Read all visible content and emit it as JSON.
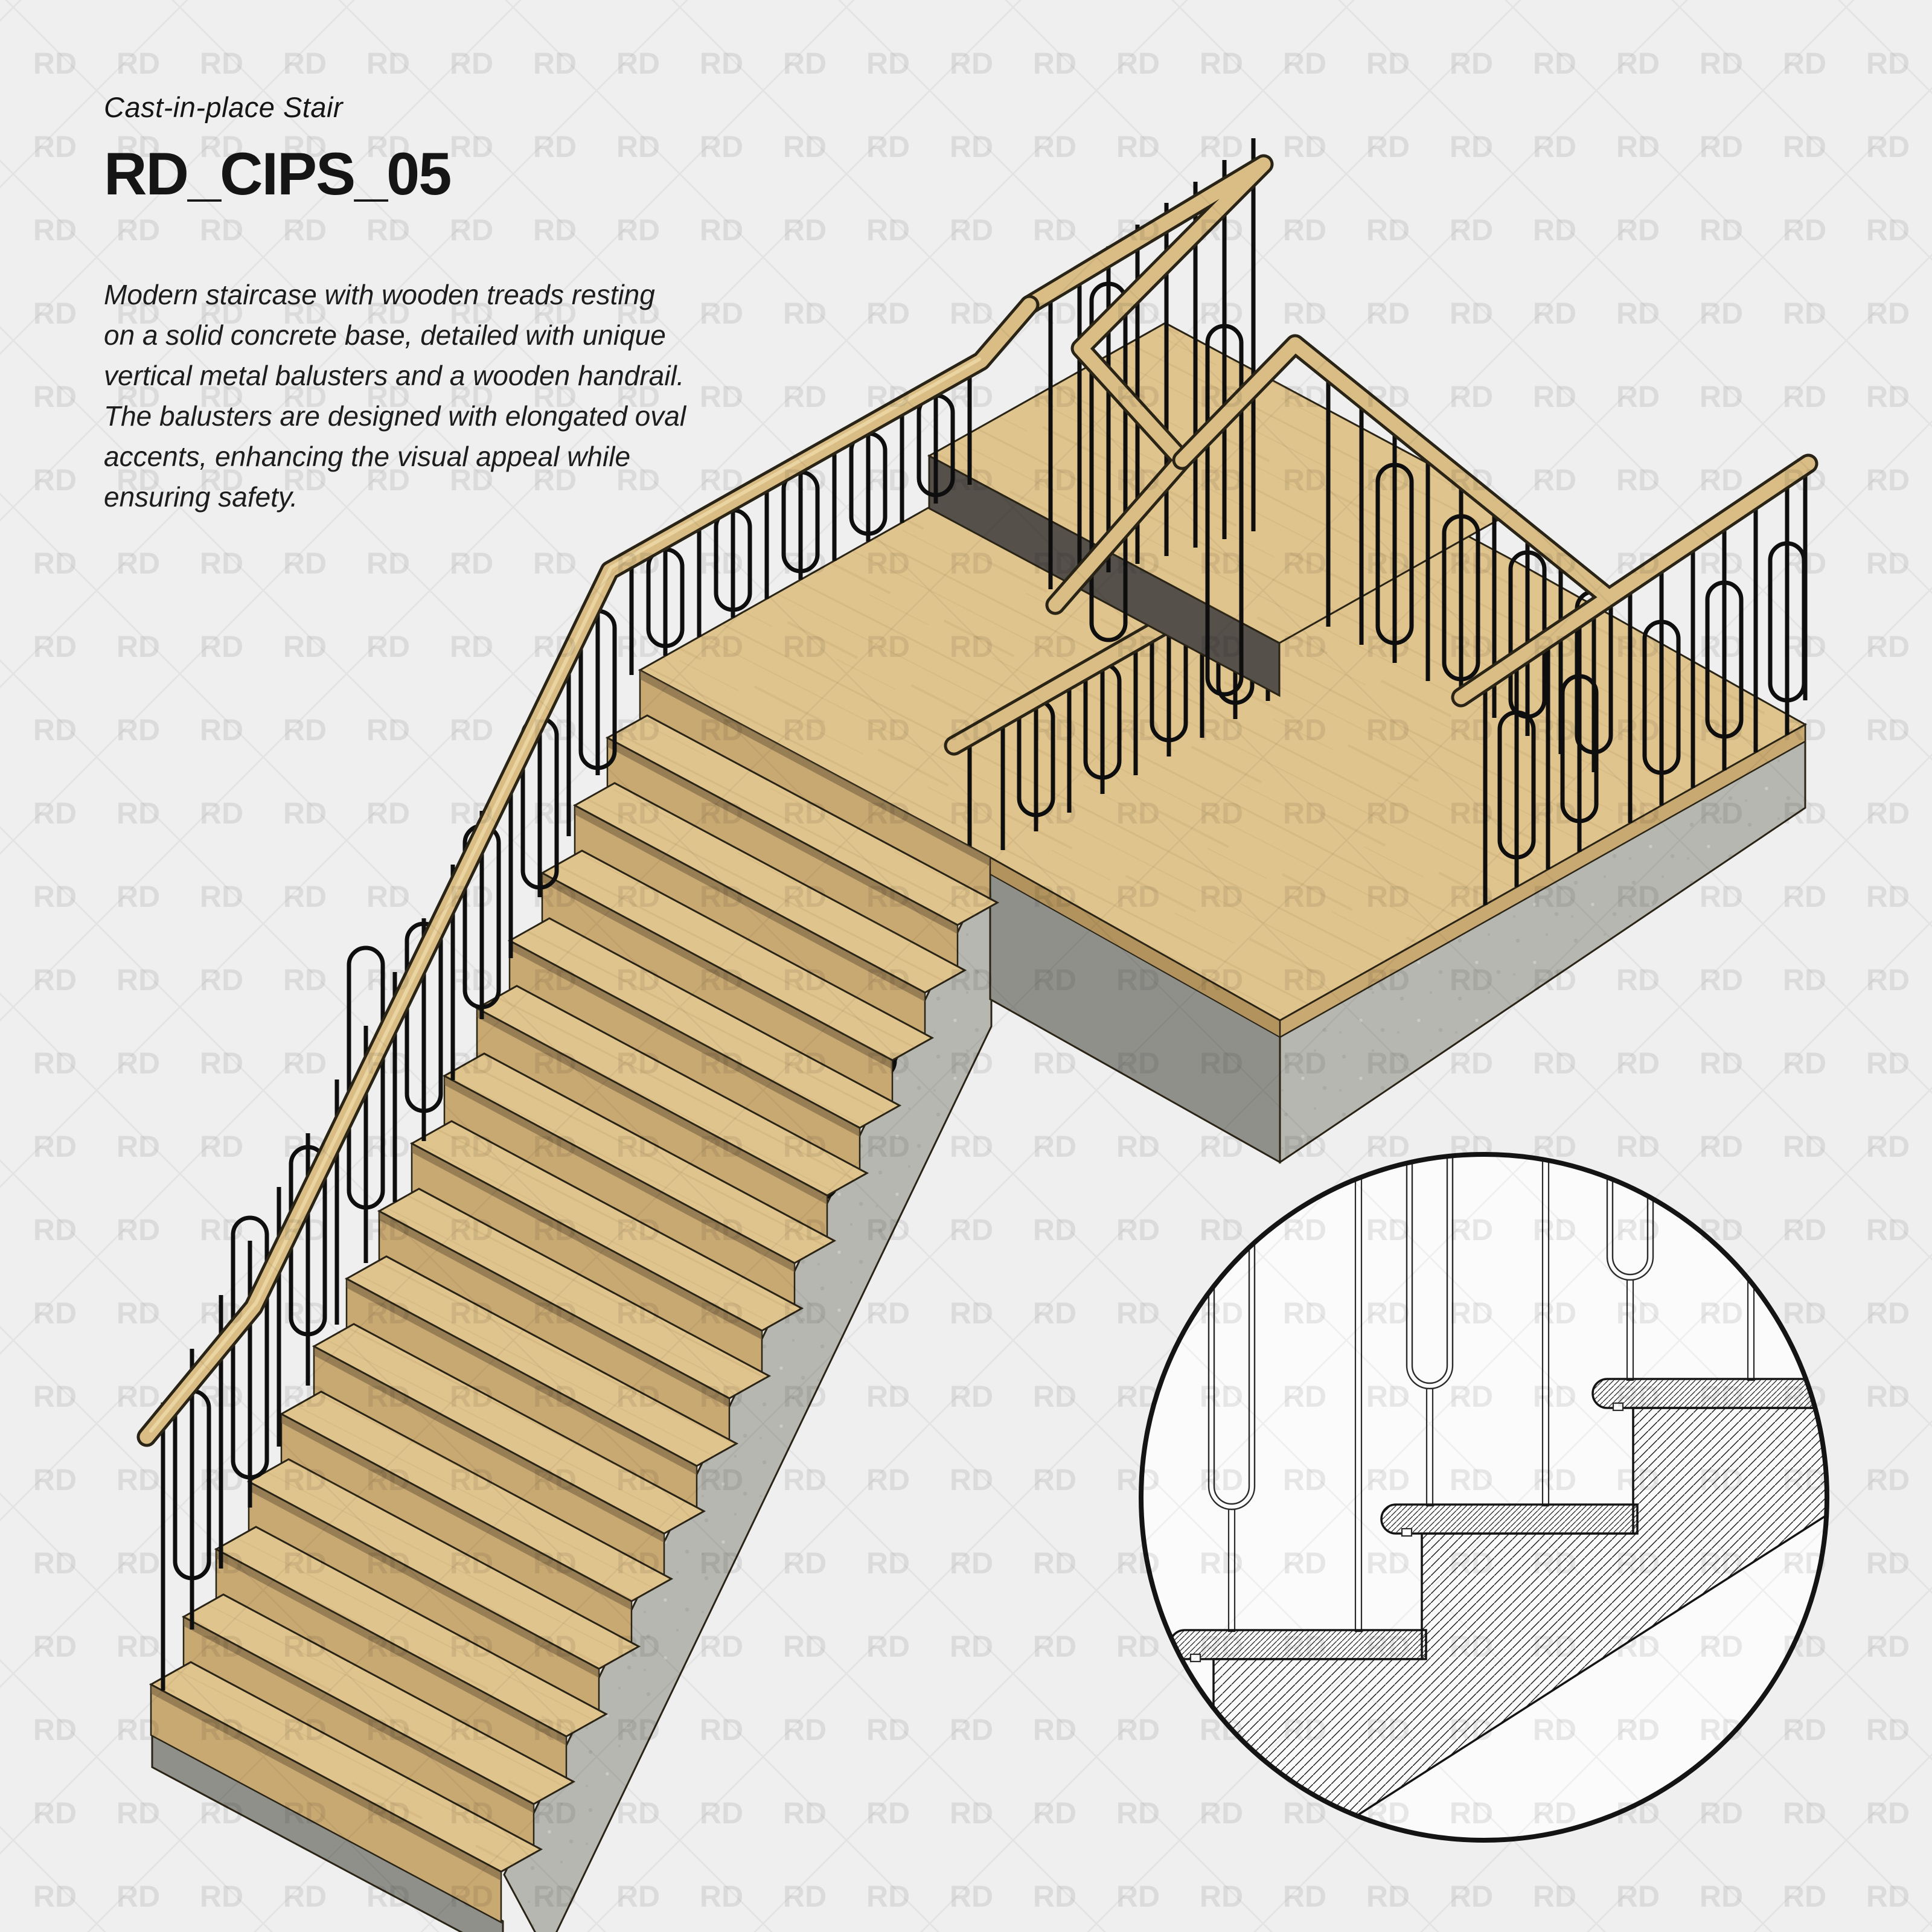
{
  "header": {
    "category": "Cast-in-place Stair",
    "title": "RD_CIPS_05"
  },
  "description_lines": [
    "Modern staircase with wooden treads resting",
    "on a solid concrete base, detailed with unique",
    "vertical metal balusters and a wooden handrail.",
    "The balusters are designed with elongated oval",
    "accents, enhancing the visual appeal while",
    "ensuring safety."
  ],
  "watermark": {
    "text": "RD"
  },
  "colors": {
    "bg": "#efefef",
    "ink": "#151515",
    "ink2": "#1d1d1d",
    "wood_top": "#e0c48d",
    "wood_riser": "#c9a972",
    "wood_side": "#b2935d",
    "wood_dark": "#6e5b3e",
    "handrail": "#d9bd85",
    "plat_dark": "#55504a",
    "concrete_light": "#b7b7b2",
    "concrete_dark": "#90908b",
    "metal": "#0e0e0e",
    "outline": "#2a2416",
    "circle_fill": "#fbfbfb",
    "line": "#141414"
  }
}
